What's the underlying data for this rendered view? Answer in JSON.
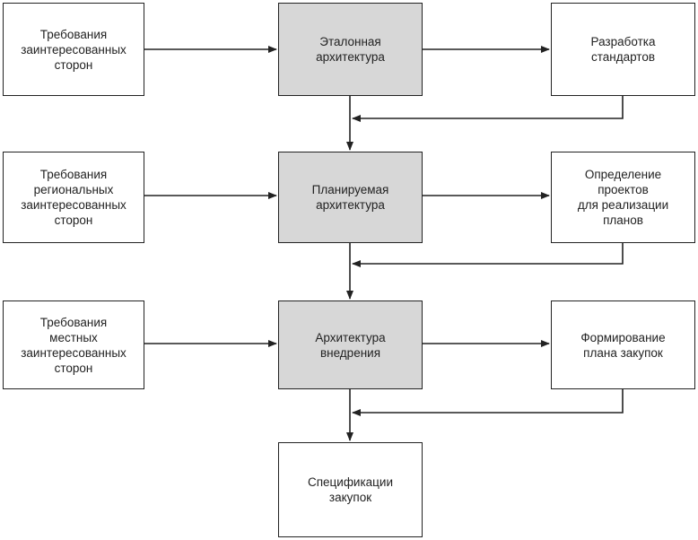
{
  "nodes": {
    "req_stakeholders": "Требования\nзаинтересованных\nсторон",
    "reference_architecture": "Эталонная\nархитектура",
    "standards_development": "Разработка\nстандартов",
    "req_regional": "Требования\nрегиональных\nзаинтересованных\nсторон",
    "planned_architecture": "Планируемая\nархитектура",
    "project_definition": "Определение\nпроектов\nдля реализации\nпланов",
    "req_local": "Требования\nместных\nзаинтересованных\nсторон",
    "implementation_architecture": "Архитектура\nвнедрения",
    "procurement_plan": "Формирование\nплана закупок",
    "procurement_specifications": "Спецификации\nзакупок"
  },
  "colors": {
    "center_fill": "#d7d7d7",
    "box_fill": "#ffffff",
    "stroke": "#222222"
  }
}
